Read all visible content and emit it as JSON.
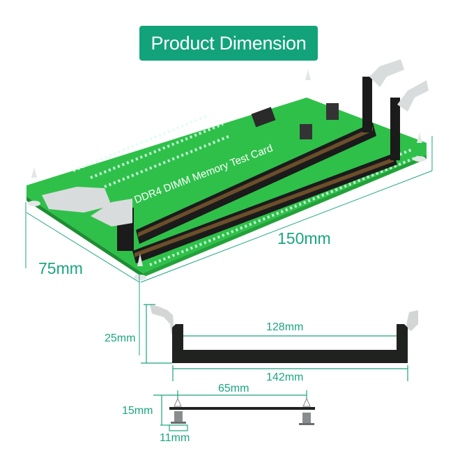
{
  "title": "Product Dimension",
  "board": {
    "label": "DDR4 DIMM Memory Test Card"
  },
  "dimensions": {
    "board_length": "150mm",
    "board_width": "75mm",
    "height": "25mm",
    "slot_inner": "128mm",
    "slot_outer": "142mm",
    "standoff_spacing": "65mm",
    "standoff_height": "15mm",
    "standoff_base": "11mm"
  },
  "colors": {
    "accent": "#12a37b",
    "pcb": "#2fbf4a",
    "slot": "#1b1b1b"
  }
}
